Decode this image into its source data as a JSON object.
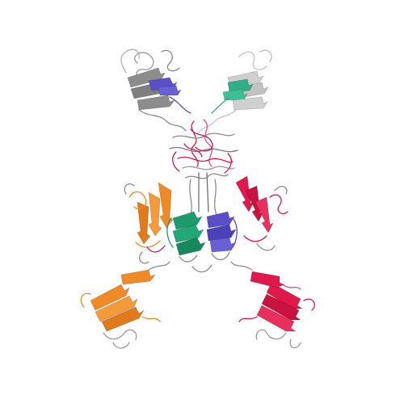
{
  "colors": {
    "background": "#ffffff",
    "grey_chain": "#8a8a8a",
    "light_grey_chain": "#c4c4c4",
    "blue_chain": "#5a4fc9",
    "teal_chain": "#2fae88",
    "green_chain": "#1f9a6c",
    "orange_chain": "#f08a24",
    "red_chain": "#e0184b",
    "pink_accent": "#f04a8a"
  },
  "domains": [
    {
      "name": "upper-left-fab-domain",
      "colors": [
        "grey_chain",
        "blue_chain"
      ]
    },
    {
      "name": "upper-right-fab-domain",
      "colors": [
        "light_grey_chain",
        "teal_chain"
      ]
    },
    {
      "name": "central-hinge-core",
      "colors": [
        "grey_chain",
        "red_chain",
        "pink_accent"
      ]
    },
    {
      "name": "center-green-domain",
      "colors": [
        "green_chain"
      ]
    },
    {
      "name": "center-blue-domain",
      "colors": [
        "blue_chain"
      ]
    },
    {
      "name": "middle-left-orange-domain",
      "colors": [
        "orange_chain"
      ]
    },
    {
      "name": "middle-right-red-domain",
      "colors": [
        "red_chain"
      ]
    },
    {
      "name": "lower-left-orange-domain",
      "colors": [
        "orange_chain"
      ]
    },
    {
      "name": "lower-right-red-domain",
      "colors": [
        "red_chain"
      ]
    }
  ]
}
